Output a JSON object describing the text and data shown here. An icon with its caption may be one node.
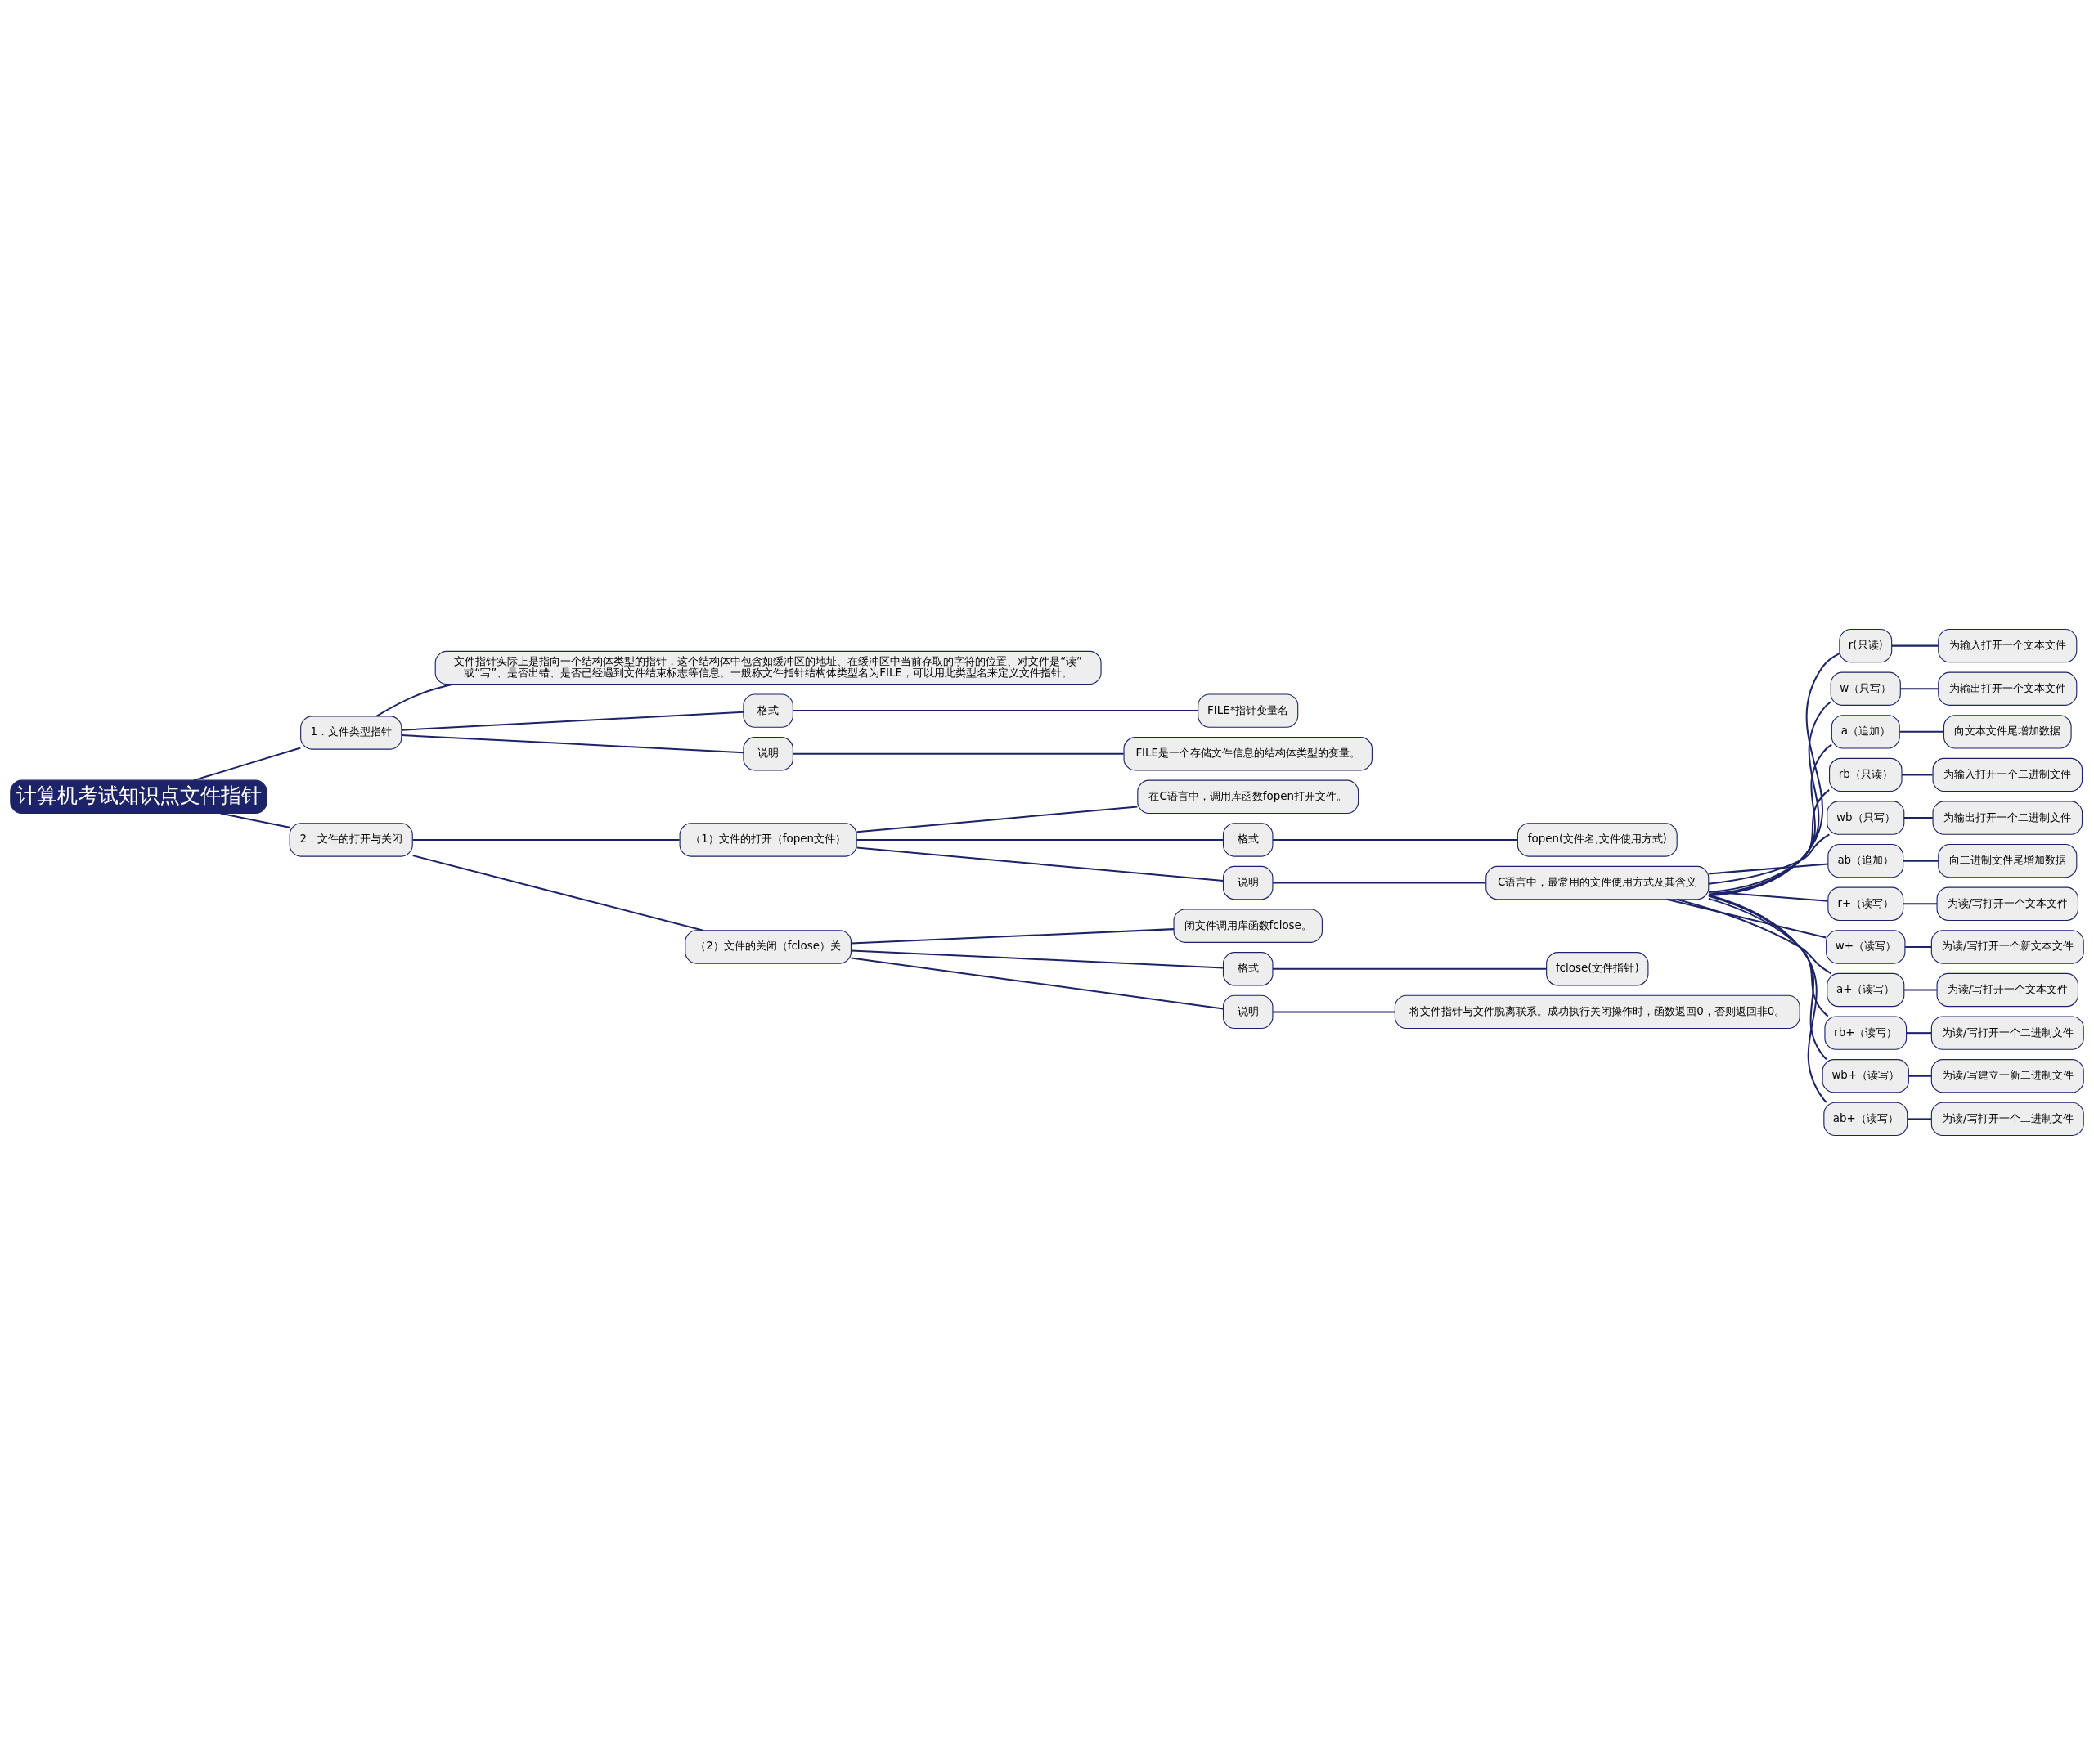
{
  "diagram": {
    "nodes": [
      {
        "text": [
          "计算机考试知识点文件指针"
        ]
      },
      {
        "text": [
          "1．文件类型指针"
        ]
      },
      {
        "text": [
          "文件指针实际上是指向一个结构体类型的指针，这个结构体中包含如缓冲区的地址、在缓冲区中当前存取的字符的位置、对文件是“读”或“写”、是否出错、是否已经遇到文件结束标志等信息。一般称文件指针结构体类型名为FILE，可以用此类型名来定义文件指针。"
        ]
      },
      {
        "text": [
          "格式"
        ]
      },
      {
        "text": [
          "FILE*指针变量名"
        ]
      },
      {
        "text": [
          "说明"
        ]
      },
      {
        "text": [
          "FILE是一个存储文件信息的结构体类型的变量。"
        ]
      },
      {
        "text": [
          "2．文件的打开与关闭"
        ]
      },
      {
        "text": [
          "（1）文件的打开（fopen文件）"
        ]
      },
      {
        "text": [
          "在C语言中，调用库函数fopen打开文件。"
        ]
      },
      {
        "text": [
          "格式"
        ]
      },
      {
        "text": [
          "fopen(文件名,文件使用方式)"
        ]
      },
      {
        "text": [
          "说明"
        ]
      },
      {
        "text": [
          "C语言中，最常用的文件使用方式及其含义"
        ]
      },
      {
        "text": [
          "r(只读)"
        ]
      },
      {
        "text": [
          "为输入打开一个文本文件"
        ]
      },
      {
        "text": [
          "w（只写）"
        ]
      },
      {
        "text": [
          "为输出打开一个文本文件"
        ]
      },
      {
        "text": [
          "a（追加）"
        ]
      },
      {
        "text": [
          "向文本文件尾增加数据"
        ]
      },
      {
        "text": [
          "rb（只读）"
        ]
      },
      {
        "text": [
          "为输入打开一个二进制文件"
        ]
      },
      {
        "text": [
          "wb（只写）"
        ]
      },
      {
        "text": [
          "为输出打开一个二进制文件"
        ]
      },
      {
        "text": [
          "ab（追加）"
        ]
      },
      {
        "text": [
          "向二进制文件尾增加数据"
        ]
      },
      {
        "text": [
          "r+（读写）"
        ]
      },
      {
        "text": [
          "为读/写打开一个文本文件"
        ]
      },
      {
        "text": [
          "w+（读写）"
        ]
      },
      {
        "text": [
          "为读/写打开一个新文本文件"
        ]
      },
      {
        "text": [
          "a+（读写）"
        ]
      },
      {
        "text": [
          "为读/写打开一个文本文件"
        ]
      },
      {
        "text": [
          "rb+（读写）"
        ]
      },
      {
        "text": [
          "为读/写打开一个二进制文件"
        ]
      },
      {
        "text": [
          "wb+（读写）"
        ]
      },
      {
        "text": [
          "为读/写建立一新二进制文件"
        ]
      },
      {
        "text": [
          "ab+（读写）"
        ]
      },
      {
        "text": [
          "为读/写打开一个二进制文件"
        ]
      },
      {
        "text": [
          "（2）文件的关闭（fclose）关"
        ]
      },
      {
        "text": [
          "闭文件调用库函数fclose。"
        ]
      },
      {
        "text": [
          "格式"
        ]
      },
      {
        "text": [
          "fclose(文件指针)"
        ]
      },
      {
        "text": [
          "说明"
        ]
      },
      {
        "text": [
          "将文件指针与文件脱离联系。成功执行关闭操作时，函数返回0，否则返回非0。"
        ]
      }
    ],
    "edges": [
      {
        "from": 0,
        "to": 1,
        "arrow": "none"
      },
      {
        "from": 1,
        "to": 2,
        "arrow": "none"
      },
      {
        "from": 1,
        "to": 3,
        "arrow": "none"
      },
      {
        "from": 3,
        "to": 4,
        "arrow": "none"
      },
      {
        "from": 1,
        "to": 5,
        "arrow": "none"
      },
      {
        "from": 5,
        "to": 6,
        "arrow": "none"
      },
      {
        "from": 0,
        "to": 7,
        "arrow": "none"
      },
      {
        "from": 7,
        "to": 8,
        "arrow": "none"
      },
      {
        "from": 8,
        "to": 9,
        "arrow": "none"
      },
      {
        "from": 8,
        "to": 10,
        "arrow": "none"
      },
      {
        "from": 10,
        "to": 11,
        "arrow": "none"
      },
      {
        "from": 8,
        "to": 12,
        "arrow": "none"
      },
      {
        "from": 12,
        "to": 13,
        "arrow": "none"
      },
      {
        "from": 13,
        "to": 14,
        "arrow": "none"
      },
      {
        "from": 14,
        "to": 15,
        "arrow": "none"
      },
      {
        "from": 13,
        "to": 16,
        "arrow": "none"
      },
      {
        "from": 16,
        "to": 17,
        "arrow": "none"
      },
      {
        "from": 13,
        "to": 18,
        "arrow": "none"
      },
      {
        "from": 18,
        "to": 19,
        "arrow": "none"
      },
      {
        "from": 13,
        "to": 20,
        "arrow": "none"
      },
      {
        "from": 20,
        "to": 21,
        "arrow": "none"
      },
      {
        "from": 13,
        "to": 22,
        "arrow": "none"
      },
      {
        "from": 22,
        "to": 23,
        "arrow": "none"
      },
      {
        "from": 13,
        "to": 24,
        "arrow": "none"
      },
      {
        "from": 24,
        "to": 25,
        "arrow": "none"
      },
      {
        "from": 13,
        "to": 26,
        "arrow": "none"
      },
      {
        "from": 26,
        "to": 27,
        "arrow": "none"
      },
      {
        "from": 13,
        "to": 28,
        "arrow": "none"
      },
      {
        "from": 28,
        "to": 29,
        "arrow": "none"
      },
      {
        "from": 13,
        "to": 30,
        "arrow": "none"
      },
      {
        "from": 30,
        "to": 31,
        "arrow": "none"
      },
      {
        "from": 13,
        "to": 32,
        "arrow": "none"
      },
      {
        "from": 32,
        "to": 33,
        "arrow": "none"
      },
      {
        "from": 13,
        "to": 34,
        "arrow": "none"
      },
      {
        "from": 34,
        "to": 35,
        "arrow": "none"
      },
      {
        "from": 13,
        "to": 36,
        "arrow": "none"
      },
      {
        "from": 36,
        "to": 37,
        "arrow": "none"
      },
      {
        "from": 7,
        "to": 38,
        "arrow": "none"
      },
      {
        "from": 38,
        "to": 39,
        "arrow": "none"
      },
      {
        "from": 38,
        "to": 40,
        "arrow": "none"
      },
      {
        "from": 40,
        "to": 41,
        "arrow": "none"
      },
      {
        "from": 38,
        "to": 42,
        "arrow": "none"
      },
      {
        "from": 42,
        "to": 43,
        "arrow": "none"
      }
    ]
  }
}
